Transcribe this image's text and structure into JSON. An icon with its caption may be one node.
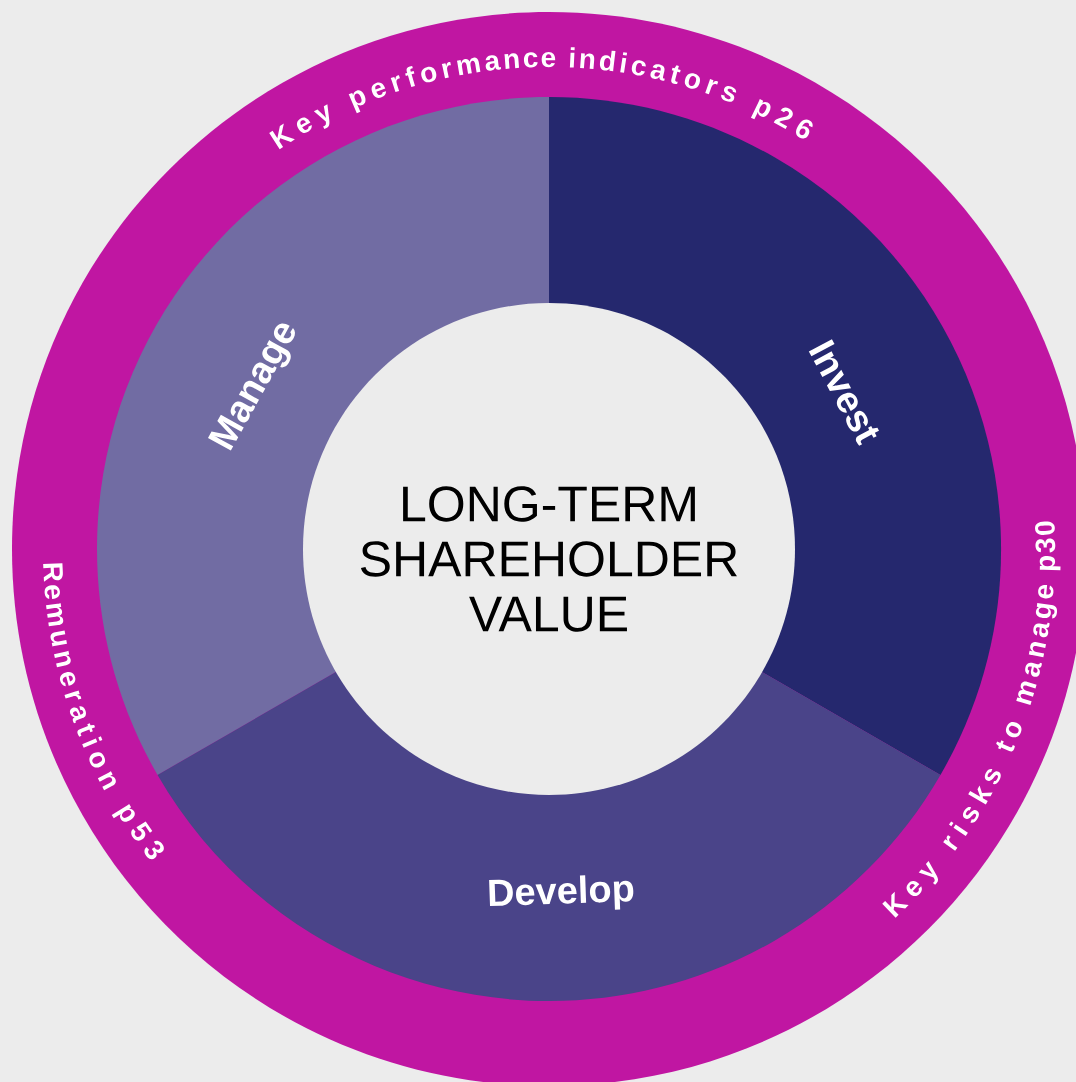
{
  "diagram": {
    "nodes": [
      {
        "text": [
          "Key performance indicators p26",
          "Key risks to manage p30",
          "Remuneration p53"
        ]
      },
      {
        "text": [
          "Manage"
        ],
        "in": 0
      },
      {
        "text": [
          "Invest"
        ],
        "in": 0
      },
      {
        "text": [
          "Develop"
        ],
        "in": 0
      },
      {
        "text": [
          "LONG-TERM SHAREHOLDER VALUE"
        ],
        "in": 0
      }
    ]
  }
}
